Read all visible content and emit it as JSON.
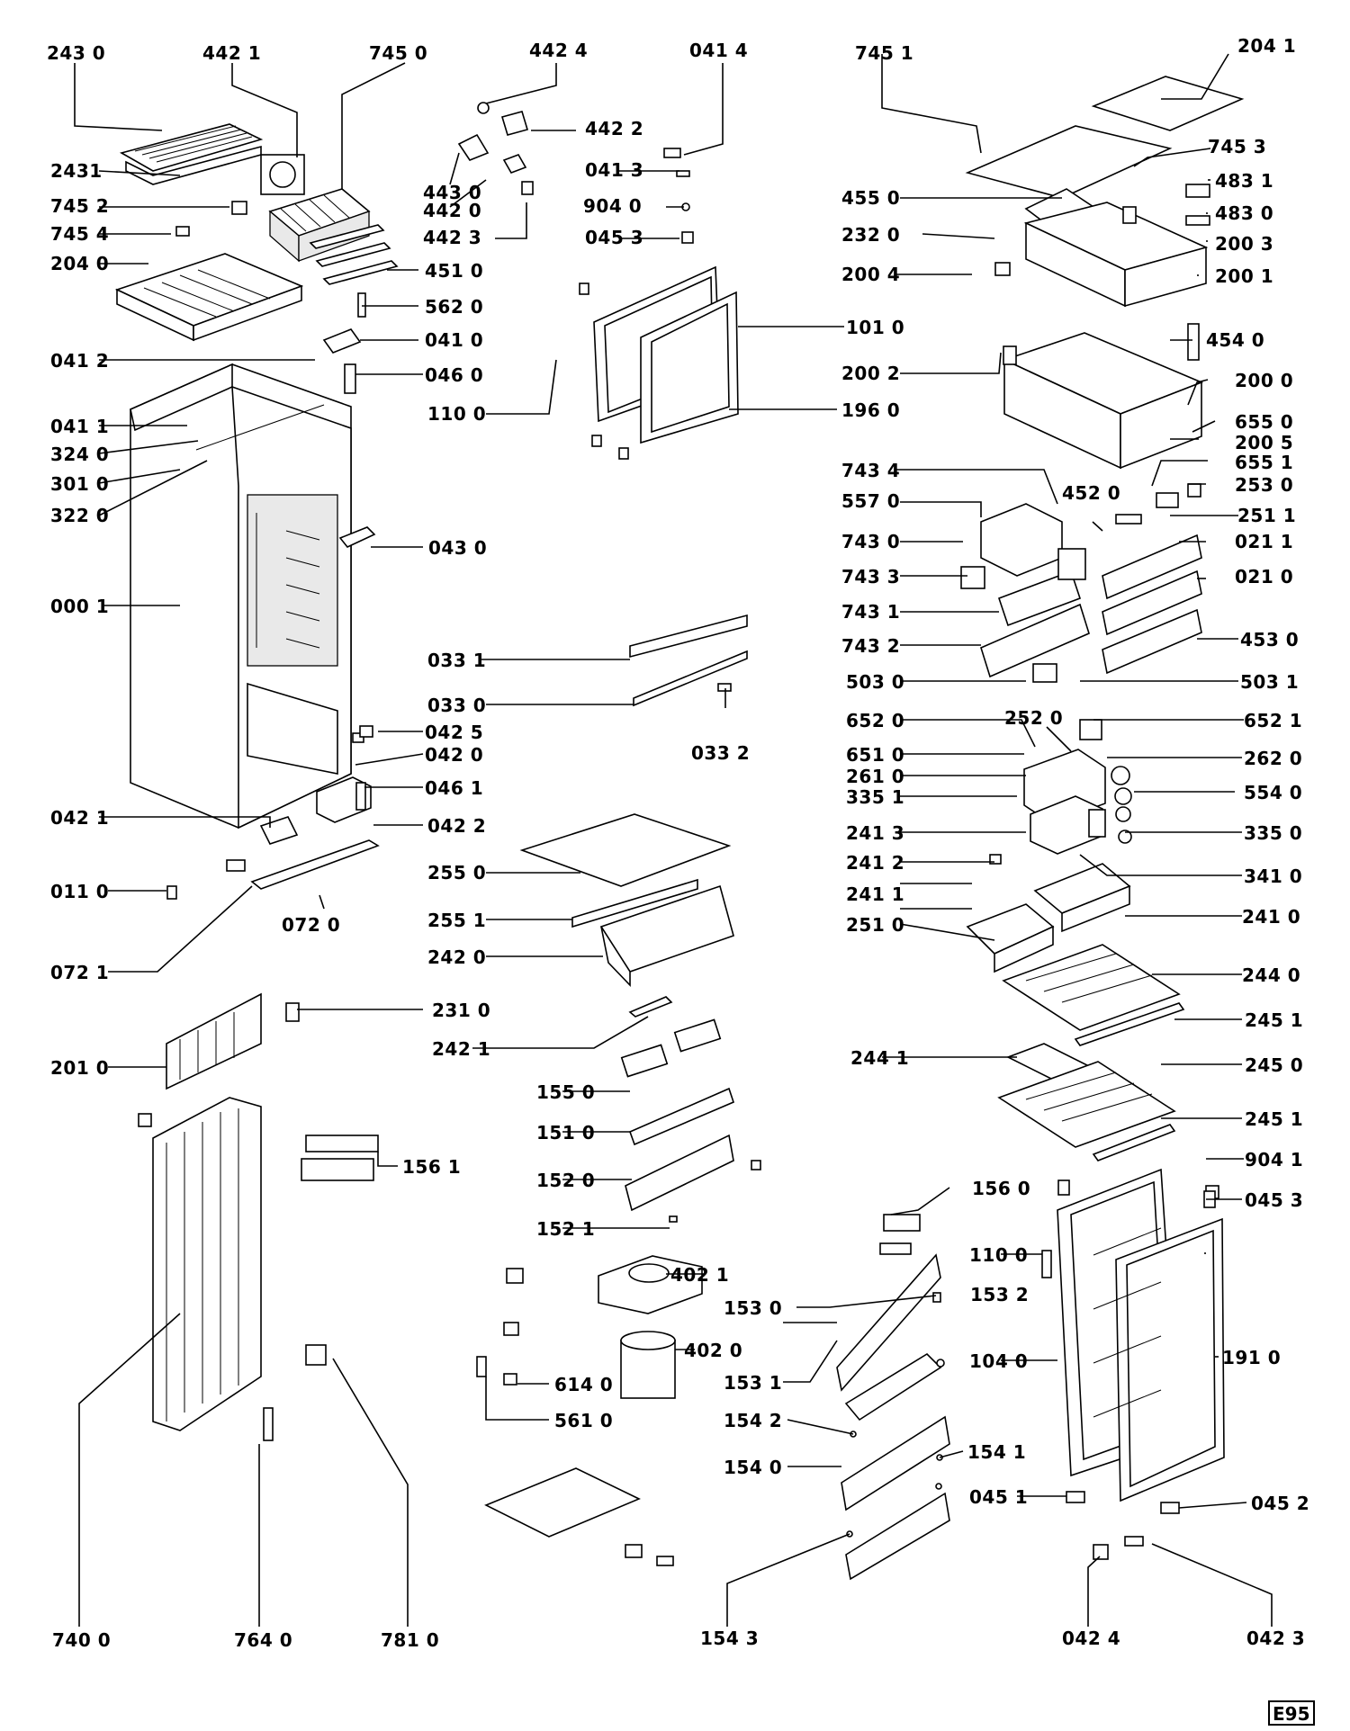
{
  "sheet_code": "E95",
  "labels": {
    "l2430": "243 0",
    "l4421": "442 1",
    "l7450": "745 0",
    "l4424": "442 4",
    "l0414": "041 4",
    "l7451": "745 1",
    "l2041": "204 1",
    "l2431": "2431",
    "l4422": "442 2",
    "l7453": "745 3",
    "l7452": "745 2",
    "l4430": "443 0",
    "l0413": "041 3",
    "l4550": "455 0",
    "l4831": "483 1",
    "l4420": "442 0",
    "l9040": "904 0",
    "l4830": "483 0",
    "l7454": "745 4",
    "l4423": "442 3",
    "l0453a": "045 3",
    "l2320": "232 0",
    "l2003": "200 3",
    "l2040": "204 0",
    "l4510": "451 0",
    "l2004": "200 4",
    "l2001": "200 1",
    "l5620": "562 0",
    "l0410": "041 0",
    "l1010": "101 0",
    "l4540": "454 0",
    "l0412": "041 2",
    "l0460": "046 0",
    "l2002": "200 2",
    "l2000": "200 0",
    "l1100a": "110 0",
    "l1960": "196 0",
    "l0411": "041 1",
    "l6550": "655 0",
    "l3240": "324 0",
    "l2005": "200 5",
    "l6551": "655 1",
    "l3010": "301 0",
    "l7434": "743 4",
    "l2530": "253 0",
    "l3220": "322 0",
    "l5570": "557 0",
    "l4520": "452 0",
    "l2511": "251 1",
    "l0430": "043 0",
    "l7430": "743 0",
    "l0211": "021 1",
    "l7433": "743 3",
    "l0210": "021 0",
    "l0001": "000 1",
    "l7431": "743 1",
    "l4530": "453 0",
    "l7432": "743 2",
    "l0331": "033 1",
    "l5030": "503 0",
    "l5031": "503 1",
    "l0330": "033 0",
    "l6520": "652 0",
    "l2520": "252 0",
    "l6521": "652 1",
    "l0425": "042 5",
    "l0332": "033 2",
    "l6510": "651 0",
    "l2620": "262 0",
    "l0420": "042 0",
    "l0461": "046 1",
    "l2610": "261 0",
    "l5540": "554 0",
    "l0421": "042 1",
    "l3351": "335 1",
    "l0422": "042 2",
    "l3350": "335 0",
    "l2413": "241 3",
    "l2550": "255 0",
    "l2412": "241 2",
    "l0110": "011 0",
    "l3410": "341 0",
    "l2411": "241 1",
    "l2551": "255 1",
    "l2410": "241 0",
    "l0720": "072 0",
    "l2510": "251 0",
    "l2420": "242 0",
    "l0721": "072 1",
    "l2440": "244 0",
    "l2310": "231 0",
    "l2451a": "245 1",
    "l2421": "242 1",
    "l2441": "244 1",
    "l2010": "201 0",
    "l2450": "245 0",
    "l1550": "155 0",
    "l2451b": "245 1",
    "l1510": "151 0",
    "l9041": "904 1",
    "l1561": "156 1",
    "l1520": "152 0",
    "l0453b": "045 3",
    "l1560": "156 0",
    "l1521": "152 1",
    "l4021": "402 1",
    "l1100b": "110 0",
    "l1532": "153 2",
    "l1530": "153 0",
    "l4020": "402 0",
    "l1910": "191 0",
    "l1040": "104 0",
    "l1531": "153 1",
    "l6140": "614 0",
    "l5610": "561 0",
    "l1542": "154 2",
    "l1541": "154 1",
    "l1540": "154 0",
    "l0451": "045 1",
    "l0452": "045 2",
    "l7400": "740 0",
    "l7640": "764 0",
    "l7810": "781 0",
    "l1543": "154 3",
    "l0424": "042 4",
    "l0423": "042 3"
  }
}
